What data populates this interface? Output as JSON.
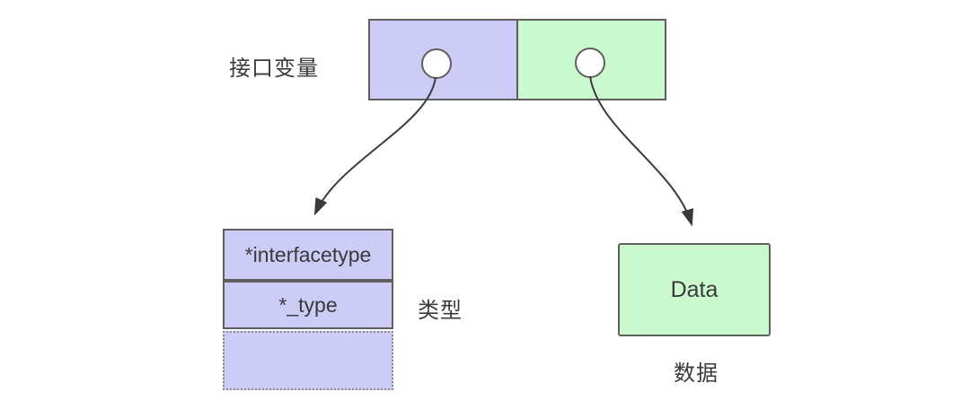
{
  "diagram": {
    "interface_variable": {
      "label": "接口变量"
    },
    "interface_box": {
      "cells": [
        {
          "name": "itab-pointer-cell",
          "color_key": "lavender"
        },
        {
          "name": "data-pointer-cell",
          "color_key": "green"
        }
      ]
    },
    "type_struct": {
      "rows": [
        "*interfacetype",
        "*_type"
      ],
      "label": "类型"
    },
    "data_box": {
      "text": "Data",
      "label": "数据"
    }
  },
  "colors": {
    "bg": "#ffffff",
    "lavender": "#cdccf6",
    "green": "#c9f9cd",
    "border": "#5f5f5f",
    "dotted": "#8a8a8a",
    "arrow": "#3a3a3a",
    "text": "#3a3a3a"
  }
}
